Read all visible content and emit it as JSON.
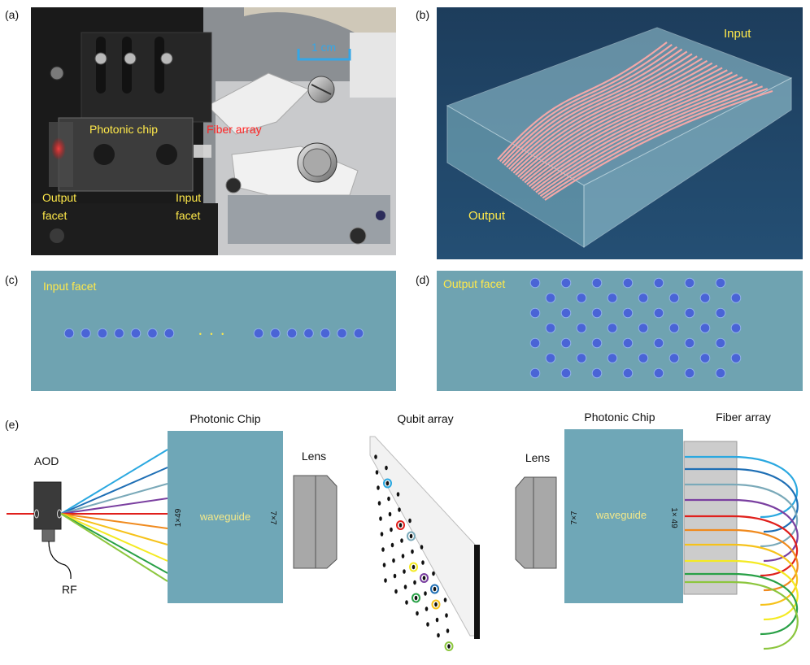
{
  "panels": {
    "a": {
      "label": "(a)",
      "scale_bar": "1 cm",
      "photonic_chip": "Photonic chip",
      "fiber_array": "Fiber array",
      "output_facet_l1": "Output",
      "output_facet_l2": "facet",
      "input_facet_l1": "Input",
      "input_facet_l2": "facet"
    },
    "b": {
      "label": "(b)",
      "input": "Input",
      "output": "Output"
    },
    "c": {
      "label": "(c)",
      "title": "Input facet",
      "ellipsis": "• • •",
      "left_dots": 7,
      "right_dots": 7
    },
    "d": {
      "label": "(d)",
      "title": "Output facet",
      "grid": "7 × 7"
    },
    "e": {
      "label": "(e)",
      "aod": "AOD",
      "rf": "RF",
      "chip_title_left": "Photonic Chip",
      "waveguide_left": "waveguide",
      "left_in": "1×49",
      "left_out": "7×7",
      "lens_left": "Lens",
      "qubit_array": "Qubit array",
      "lens_right": "Lens",
      "chip_title_right": "Photonic Chip",
      "fiber_array": "Fiber array",
      "waveguide_right": "waveguide",
      "right_in": "7×7",
      "right_out": "1× 49"
    }
  },
  "colors": {
    "chip": "#6fa7b7",
    "facet_bg": "#6fa3b1",
    "dot": "#4a64d6",
    "yellow_text": "#ffe94a",
    "red_text": "#ff2222",
    "scale_bar": "#35a6e6",
    "beam_colors": [
      "#2aa8e0",
      "#1f6fb5",
      "#7aa9b9",
      "#7a3fa0",
      "#e0201c",
      "#f08a1e",
      "#f6c21a",
      "#f4ea22",
      "#28a046",
      "#8cc63e"
    ]
  }
}
